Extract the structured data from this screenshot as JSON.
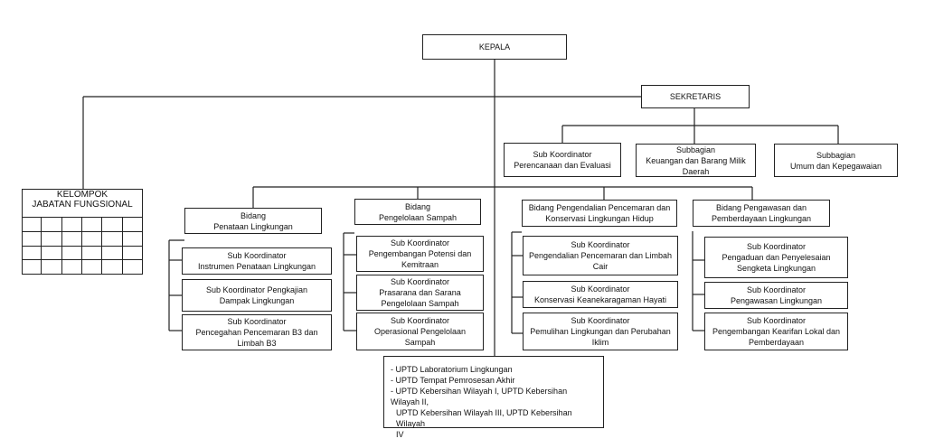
{
  "kepala": "KEPALA",
  "sekretaris": "SEKRETARIS",
  "sekretariat_units": [
    {
      "lines": [
        "Sub Koordinator",
        "Perencanaan dan Evaluasi"
      ]
    },
    {
      "lines": [
        "Subbagian",
        "Keuangan dan Barang Milik",
        "Daerah"
      ]
    },
    {
      "lines": [
        "Subbagian",
        "Umum dan Kepegawaian"
      ]
    }
  ],
  "jabatan_fungsional": {
    "lines": [
      "KELOMPOK",
      "JABATAN FUNGSIONAL"
    ],
    "rows": 4,
    "cols": 6
  },
  "bidang": [
    {
      "title": [
        "Bidang",
        "Penataan Lingkungan"
      ],
      "subs": [
        [
          "Sub Koordinator",
          "Instrumen Penataan Lingkungan"
        ],
        [
          "Sub Koordinator Pengkajian",
          "Dampak Lingkungan"
        ],
        [
          "Sub Koordinator",
          "Pencegahan Pencemaran B3 dan",
          "Limbah B3"
        ]
      ]
    },
    {
      "title": [
        "Bidang",
        "Pengelolaan Sampah"
      ],
      "subs": [
        [
          "Sub Koordinator",
          "Pengembangan Potensi dan",
          "Kemitraan"
        ],
        [
          "Sub Koordinator",
          "Prasarana dan Sarana",
          "Pengelolaan Sampah"
        ],
        [
          "Sub Koordinator",
          "Operasional Pengelolaan",
          "Sampah"
        ]
      ]
    },
    {
      "title": [
        "Bidang Pengendalian Pencemaran dan",
        "Konservasi Lingkungan Hidup"
      ],
      "subs": [
        [
          "Sub Koordinator",
          "Pengendalian Pencemaran dan Limbah",
          "Cair"
        ],
        [
          "Sub Koordinator",
          "Konservasi Keanekaragaman Hayati"
        ],
        [
          "Sub Koordinator",
          "Pemulihan Lingkungan dan Perubahan",
          "Iklim"
        ]
      ]
    },
    {
      "title": [
        "Bidang Pengawasan dan",
        "Pemberdayaan Lingkungan"
      ],
      "subs": [
        [
          "Sub Koordinator",
          "Pengaduan dan Penyelesaian",
          "Sengketa Lingkungan"
        ],
        [
          "Sub Koordinator",
          "Pengawasan Lingkungan"
        ],
        [
          "Sub Koordinator",
          "Pengembangan Kearifan Lokal dan",
          "Pemberdayaan"
        ]
      ]
    }
  ],
  "uptd": [
    "- UPTD Laboratorium Lingkungan",
    "- UPTD Tempat Pemrosesan Akhir",
    "- UPTD Kebersihan Wilayah I, UPTD Kebersihan Wilayah II,",
    "  UPTD Kebersihan Wilayah III, UPTD Kebersihan Wilayah",
    "  IV"
  ]
}
